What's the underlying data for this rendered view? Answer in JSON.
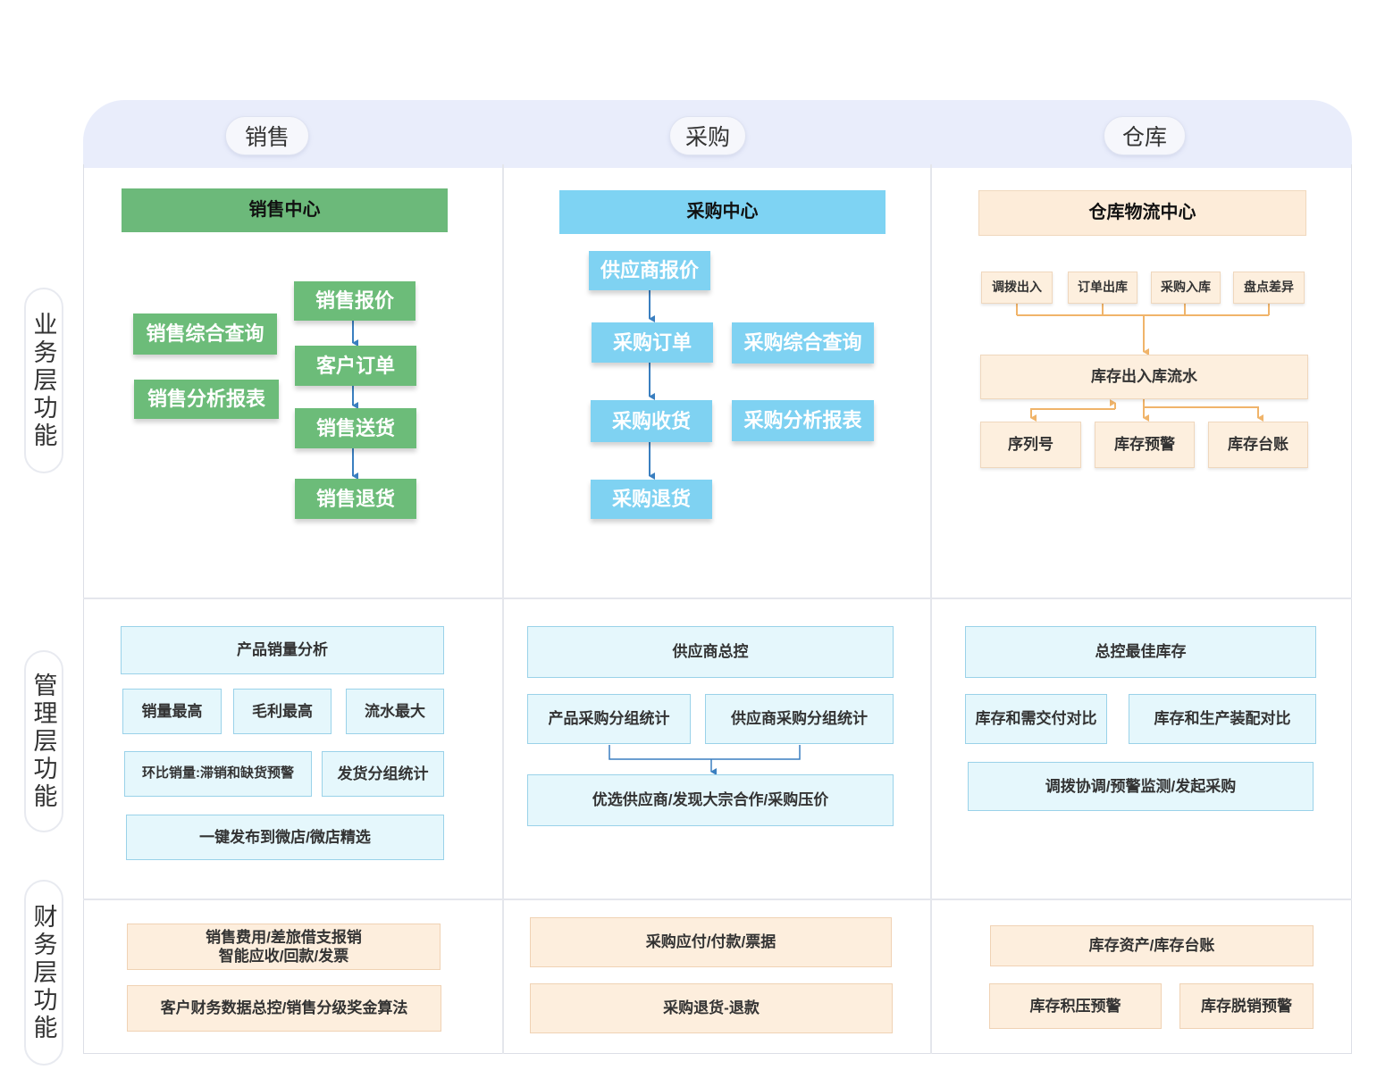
{
  "columns": {
    "sales": "销售",
    "purchase": "采购",
    "warehouse": "仓库"
  },
  "rows": {
    "business": "业务层功能",
    "management": "管理层功能",
    "finance": "财务层功能"
  },
  "sales": {
    "center": "销售中心",
    "query": "销售综合查询",
    "report": "销售分析报表",
    "flow": [
      "销售报价",
      "客户订单",
      "销售送货",
      "销售退货"
    ],
    "mgmt": {
      "top": "产品销量分析",
      "row1": [
        "销量最高",
        "毛利最高",
        "流水最大"
      ],
      "row2": [
        "环比销量:滞销和缺货预警",
        "发货分组统计"
      ],
      "bottom": "一键发布到微店/微店精选"
    },
    "fin": {
      "box1_line1": "销售费用/差旅借支报销",
      "box1_line2": "智能应收/回款/发票",
      "box2": "客户财务数据总控/销售分级奖金算法"
    }
  },
  "purchase": {
    "center": "采购中心",
    "flow": [
      "供应商报价",
      "采购订单",
      "采购收货",
      "采购退货"
    ],
    "query": "采购综合查询",
    "report": "采购分析报表",
    "mgmt": {
      "top": "供应商总控",
      "left": "产品采购分组统计",
      "right": "供应商采购分组统计",
      "bottom": "优选供应商/发现大宗合作/采购压价"
    },
    "fin": {
      "box1": "采购应付/付款/票据",
      "box2": "采购退货-退款"
    }
  },
  "warehouse": {
    "center": "仓库物流中心",
    "ops": [
      "调拨出入",
      "订单出库",
      "采购入库",
      "盘点差异"
    ],
    "flow": "库存出入库流水",
    "subs": [
      "序列号",
      "库存预警",
      "库存台账"
    ],
    "mgmt": {
      "top": "总控最佳库存",
      "left": "库存和需交付对比",
      "right": "库存和生产装配对比",
      "bottom": "调拨协调/预警监测/发起采购"
    },
    "fin": {
      "box1": "库存资产/库存台账",
      "box2": "库存积压预警",
      "box3": "库存脱销预警"
    }
  },
  "colors": {
    "green": "#6cbc79",
    "blue": "#7fd2f2",
    "orange": "#fdefde",
    "light_blue": "#e5f7fc",
    "header": "#e9edfb",
    "arrow_blue": "#3a7fc0",
    "arrow_orange": "#f0b46a"
  }
}
